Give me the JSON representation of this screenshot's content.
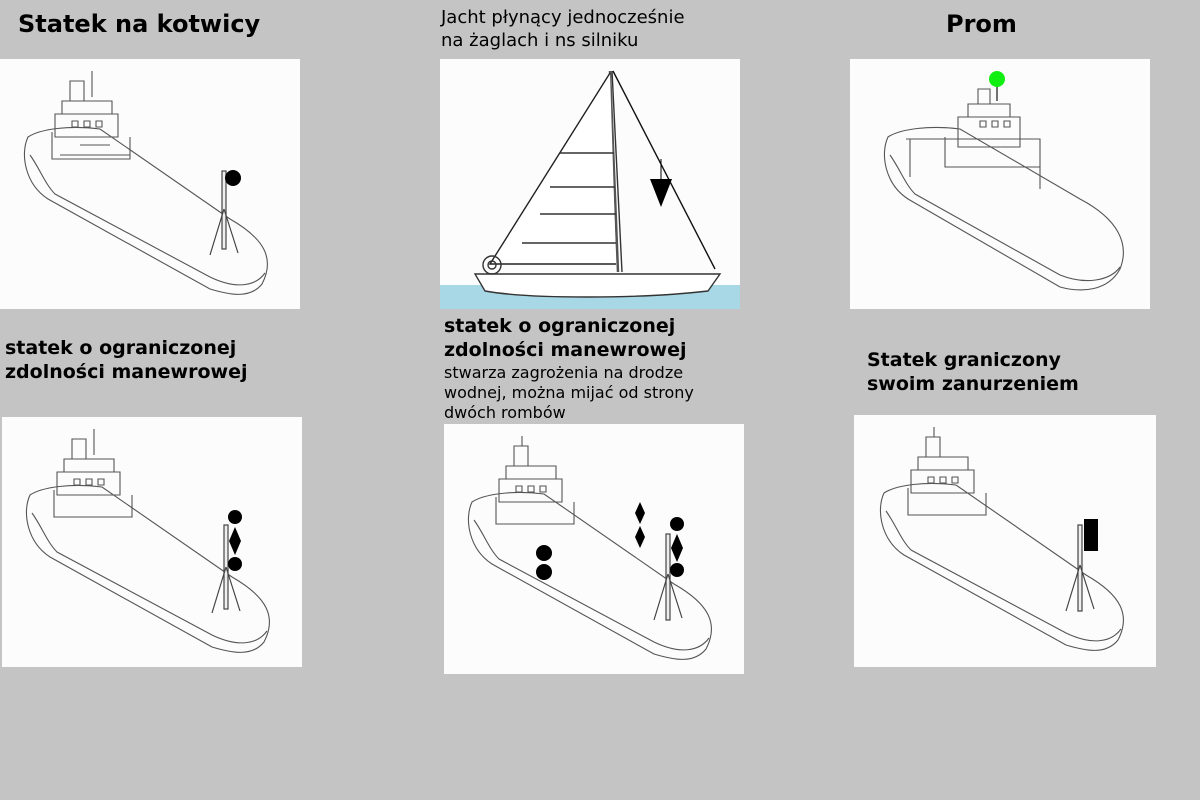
{
  "diagram": {
    "panels": {
      "anchored": {
        "title": "Statek na kotwicy",
        "signals": [
          "ball"
        ]
      },
      "sail_motor": {
        "title_lines": [
          "Jacht płynący jednocześnie",
          "na żaglach i ns silniku"
        ],
        "signals": [
          "cone-down"
        ]
      },
      "ferry": {
        "title": "Prom",
        "signals": [
          "green-ball"
        ]
      },
      "restricted": {
        "title_lines": [
          "statek o ograniczonej",
          "zdolności manewrowej"
        ],
        "signals": [
          "ball",
          "diamond",
          "ball"
        ]
      },
      "restricted_obstruction": {
        "title_lines": [
          "statek o ograniczonej",
          "zdolności manewrowej"
        ],
        "desc_lines": [
          "stwarza zagrożenia na drodze",
          "wodnej, można mijać od strony",
          "dwóch rombów"
        ],
        "signals_obstruction": [
          "ball",
          "ball"
        ],
        "signals_pass": [
          "diamond",
          "diamond"
        ],
        "signals_masthead": [
          "ball",
          "diamond",
          "ball"
        ]
      },
      "draught": {
        "title_lines": [
          "Statek graniczony",
          "swoim zanurzeniem"
        ],
        "signals": [
          "cylinder"
        ]
      }
    },
    "colors": {
      "background": "#c4c4c4",
      "panel": "#fbfcfb",
      "line": "#555555",
      "signal": "#000000",
      "ferry_light": "#11ee11",
      "water": "#a8d8e6"
    }
  }
}
